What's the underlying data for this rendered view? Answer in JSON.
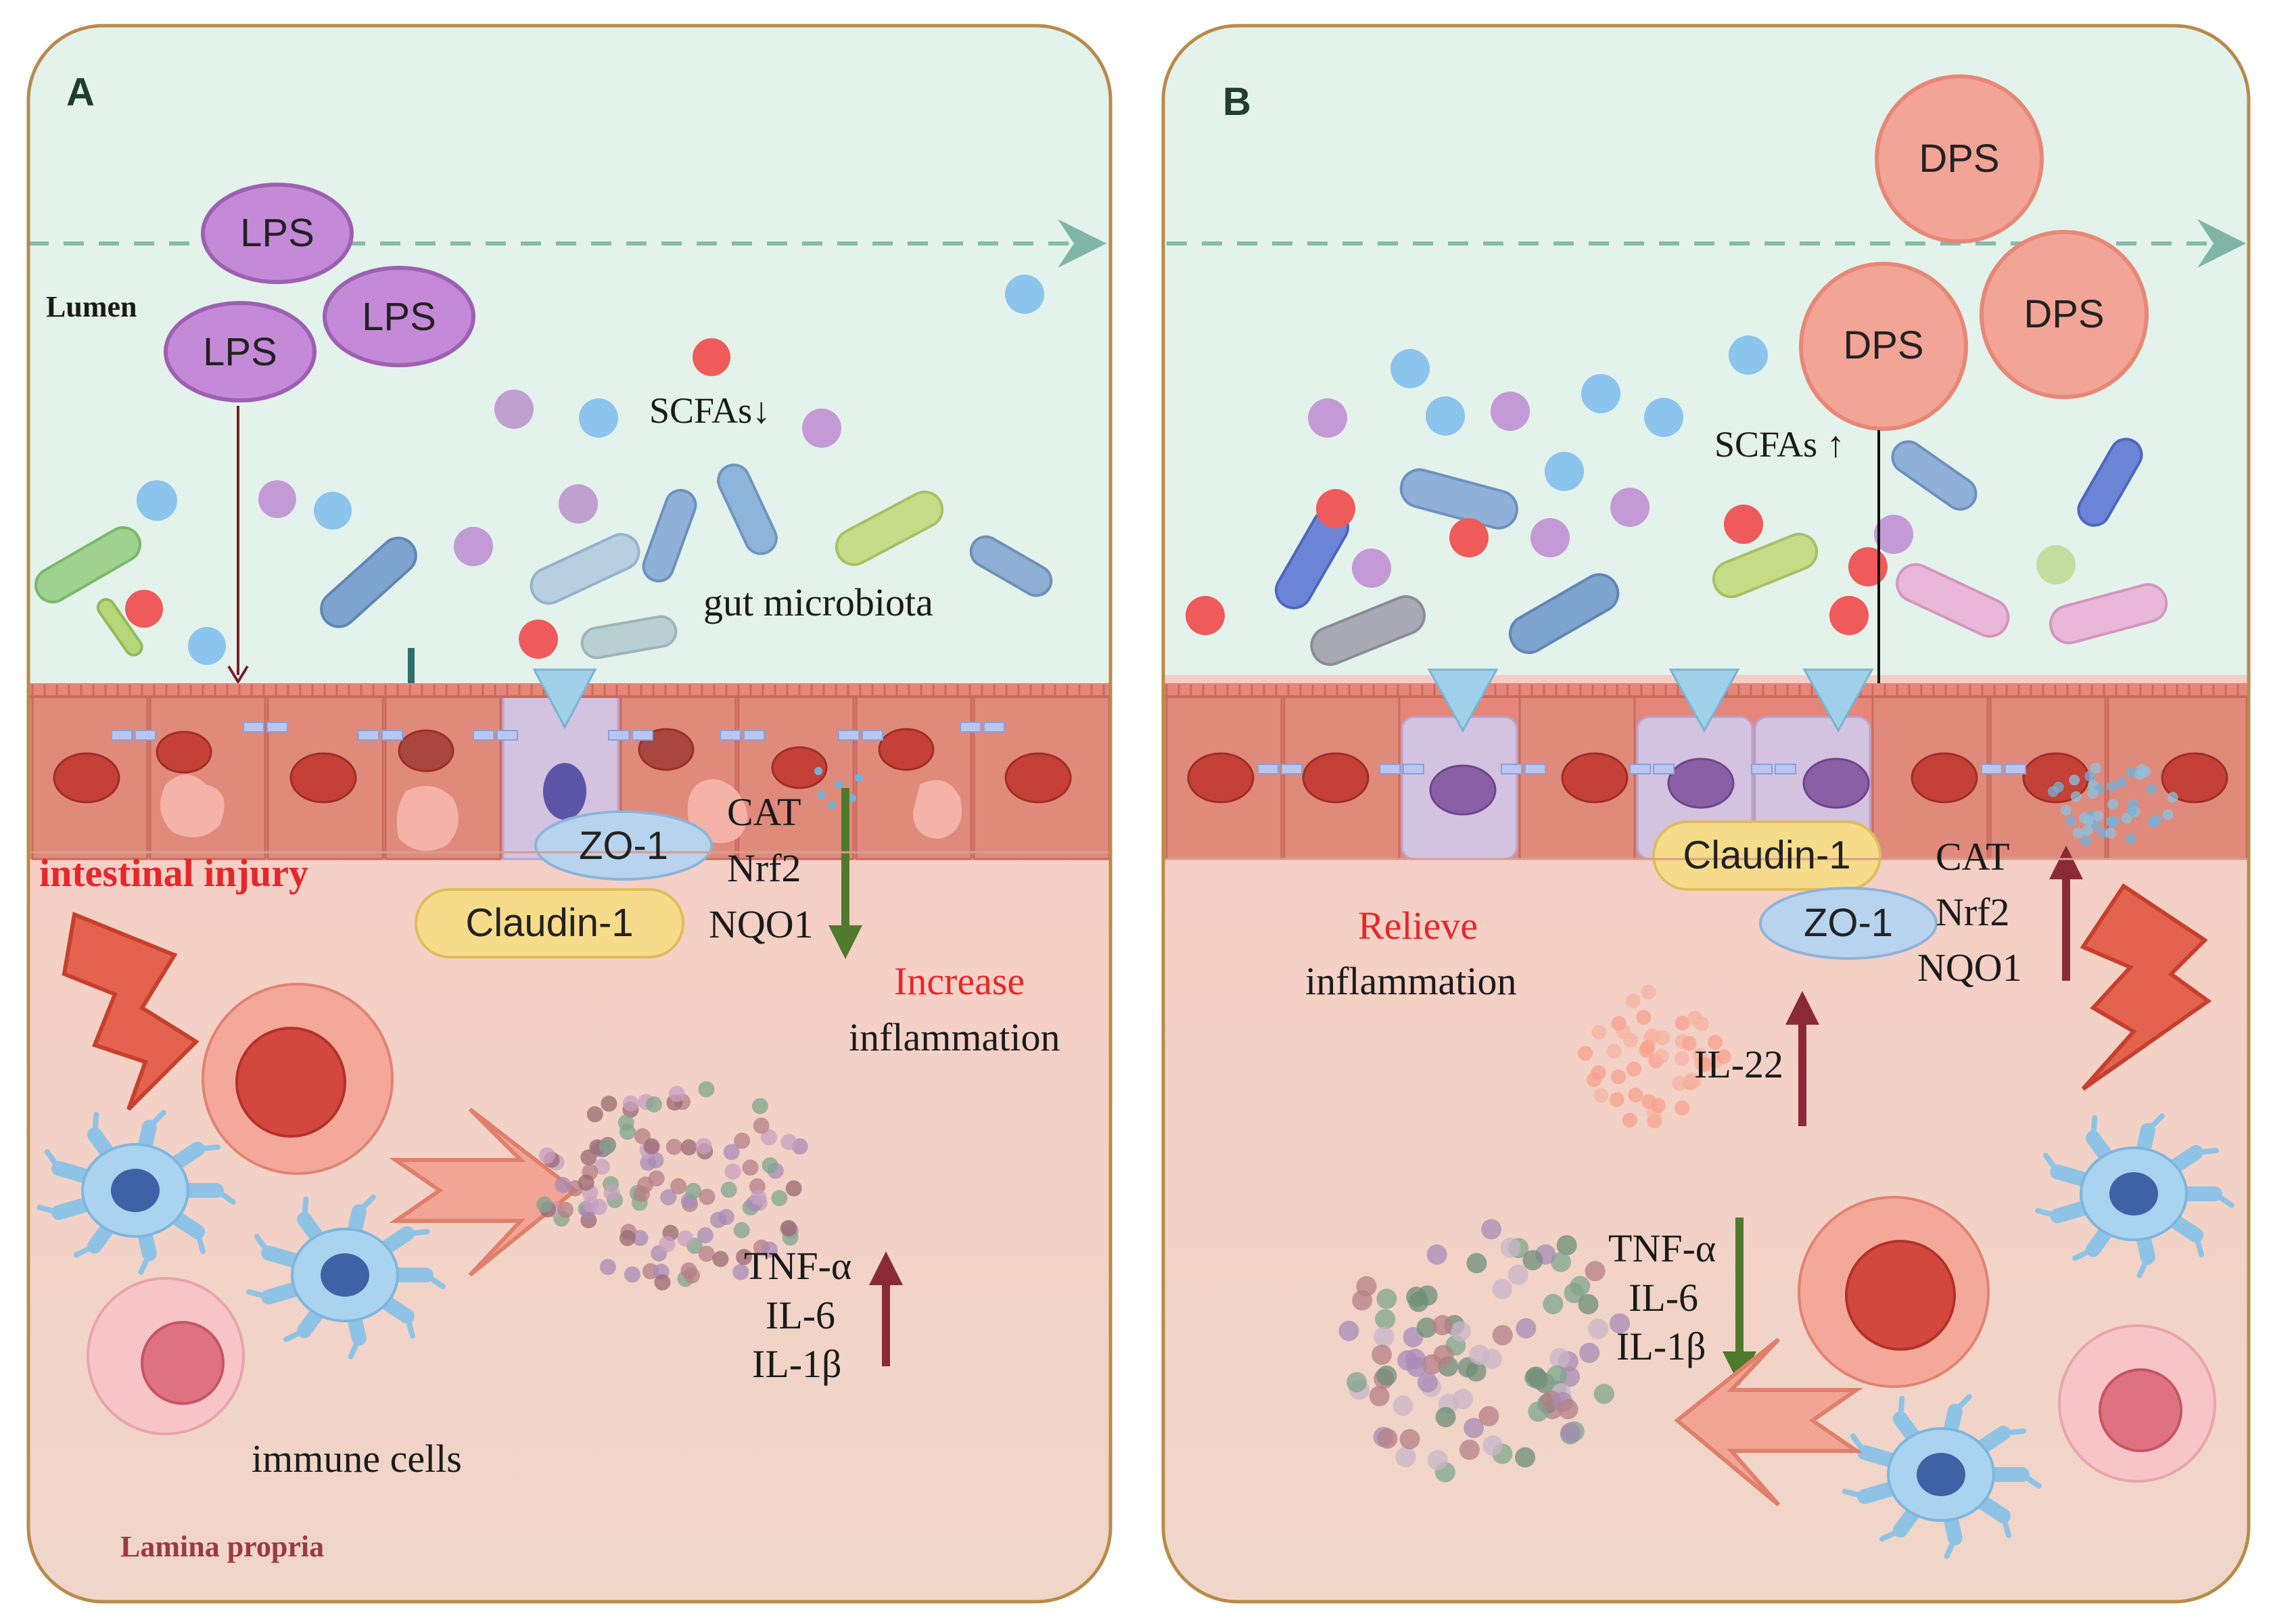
{
  "panel_a": {
    "letter": "A",
    "lumen_label": "Lumen",
    "lps_labels": [
      "LPS",
      "LPS",
      "LPS"
    ],
    "scfa_label": "SCFAs↓",
    "microbiota_label": "gut microbiota",
    "zo1_label": "ZO-1",
    "claudin_label": "Claudin-1",
    "enzyme_labels": [
      "CAT",
      "Nrf2",
      "NQO1"
    ],
    "injury_label": "intestinal injury",
    "increase_label": "Increase",
    "inflammation_label": "inflammation",
    "cytokine_labels": [
      "TNF-α",
      "IL-6",
      "IL-1β"
    ],
    "immune_label": "immune cells",
    "lamina_label": "Lamina propria"
  },
  "panel_b": {
    "letter": "B",
    "dps_labels": [
      "DPS",
      "DPS",
      "DPS"
    ],
    "scfa_label": "SCFAs ↑",
    "claudin_label": "Claudin-1",
    "zo1_label": "ZO-1",
    "enzyme_labels": [
      "CAT",
      "Nrf2",
      "NQO1"
    ],
    "relieve_label": "Relieve",
    "inflammation_label": "inflammation",
    "il22_label": "IL-22",
    "cytokine_labels": [
      "TNF-α",
      "IL-6",
      "IL-1β"
    ]
  },
  "colors": {
    "lumen_bg": "#e3f2ea",
    "tissue_bg": "#f3cfc4",
    "panel_border": "#b98a4a",
    "lps": "#c58ad7",
    "dps": "#f2a496",
    "down_arrow": "#4f7a2c",
    "up_arrow": "#8a2a36",
    "alert_text": "#e8262a"
  }
}
